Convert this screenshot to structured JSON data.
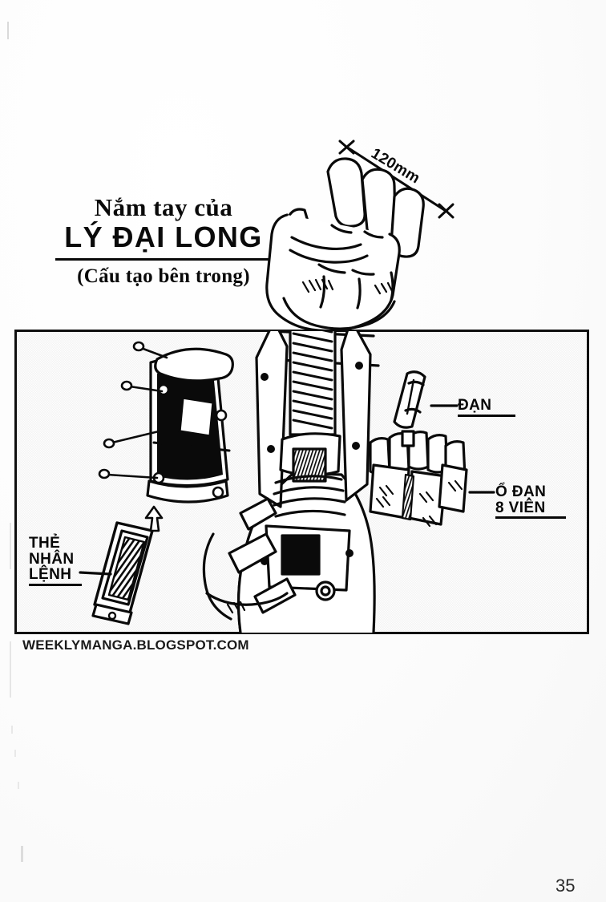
{
  "page": {
    "number": "35",
    "language": "vi",
    "kind": "manga-technical-diagram"
  },
  "title": {
    "line1": "Nắm tay của",
    "line2": "LÝ ĐẠI LONG",
    "line3": "(Cấu tạo bên trong)"
  },
  "dimension": {
    "value": "120mm",
    "applies_to": "fist-width"
  },
  "labels": {
    "bullet": "ĐẠN",
    "magazine": "Ổ ĐẠN\n8 VIÊN",
    "command_card": "THẺ\nNHÂN\nLỆNH"
  },
  "watermark": {
    "text": "WEEKLYMANGA.BLOGSPOT.COM"
  },
  "artwork": {
    "subject": "cybernetic clenched fist cutaway",
    "parts": [
      "clenched-fist",
      "forearm-housing",
      "internal-piston-spring-assembly",
      "dark-side-panel-module",
      "exploded-screws",
      "command-card-cartridge",
      "single-bullet",
      "eight-round-cylinder-magazine"
    ],
    "ink_color": "#0a0a0a",
    "paper_color": "#fbfbfb"
  }
}
